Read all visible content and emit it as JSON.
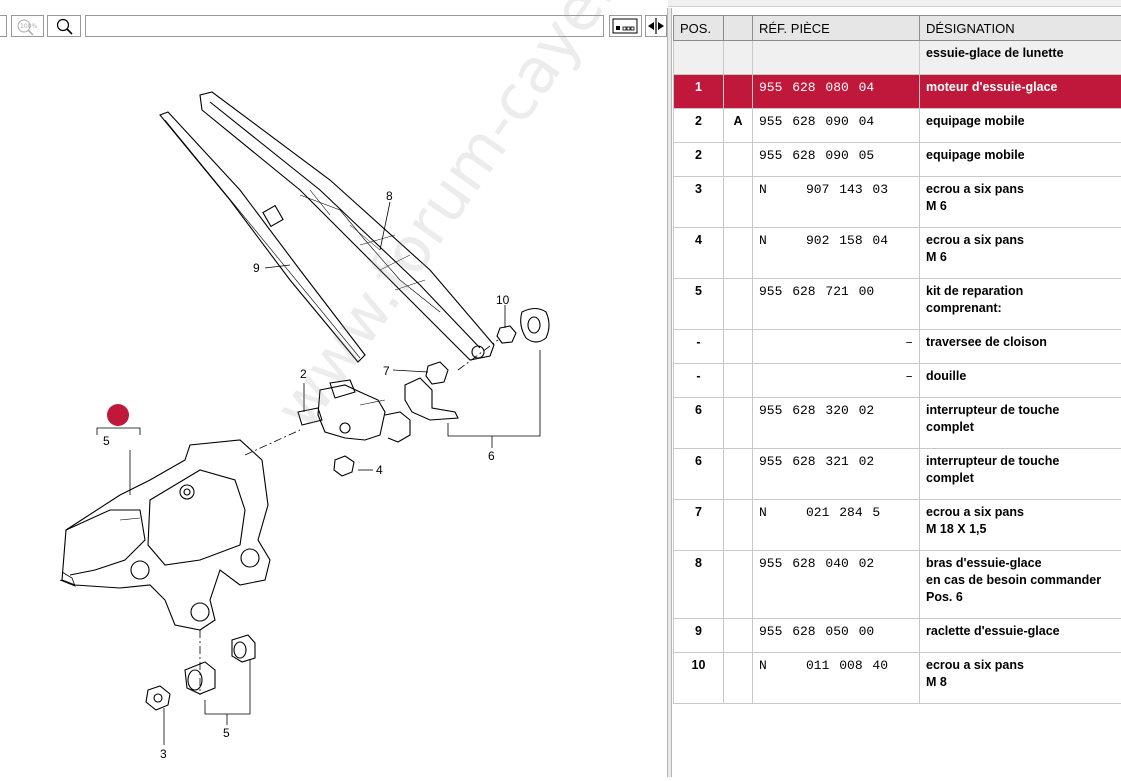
{
  "toolbar": {
    "zoom_label": "100%"
  },
  "table": {
    "headers": {
      "pos": "POS.",
      "ref": "RÉF. PIÈCE",
      "desc": "DÉSIGNATION"
    },
    "rows": [
      {
        "pos": "",
        "mark": "",
        "ref": "",
        "dash": "",
        "desc": "essuie-glace de lunette",
        "h": 34,
        "kind": "header"
      },
      {
        "pos": "1",
        "mark": "",
        "ref": "955 628 080 04",
        "dash": "",
        "desc": "moteur d'essuie-glace",
        "h": 34,
        "kind": "selected"
      },
      {
        "pos": "2",
        "mark": "A",
        "ref": "955 628 090 04",
        "dash": "",
        "desc": "equipage mobile",
        "h": 34,
        "kind": ""
      },
      {
        "pos": "2",
        "mark": "",
        "ref": "955 628 090 05",
        "dash": "",
        "desc": "equipage mobile",
        "h": 34,
        "kind": ""
      },
      {
        "pos": "3",
        "mark": "",
        "ref": "N    907 143 03",
        "dash": "",
        "desc": "ecrou a six pans\nM 6",
        "h": 51,
        "kind": ""
      },
      {
        "pos": "4",
        "mark": "",
        "ref": "N    902 158 04",
        "dash": "",
        "desc": "ecrou a six pans\nM 6",
        "h": 51,
        "kind": ""
      },
      {
        "pos": "5",
        "mark": "",
        "ref": "955 628 721 00",
        "dash": "",
        "desc": "kit de reparation\ncomprenant:",
        "h": 51,
        "kind": ""
      },
      {
        "pos": "-",
        "mark": "",
        "ref": "",
        "dash": "–",
        "desc": "traversee de cloison",
        "h": 34,
        "kind": ""
      },
      {
        "pos": "-",
        "mark": "",
        "ref": "",
        "dash": "–",
        "desc": "douille",
        "h": 34,
        "kind": ""
      },
      {
        "pos": "6",
        "mark": "",
        "ref": "955 628 320 02",
        "dash": "",
        "desc": "interrupteur de touche\ncomplet",
        "h": 51,
        "kind": ""
      },
      {
        "pos": "6",
        "mark": "",
        "ref": "955 628 321 02",
        "dash": "",
        "desc": "interrupteur de touche\ncomplet",
        "h": 51,
        "kind": ""
      },
      {
        "pos": "7",
        "mark": "",
        "ref": "N    021 284 5",
        "dash": "",
        "desc": "ecrou a six pans\nM 18 X 1,5",
        "h": 51,
        "kind": ""
      },
      {
        "pos": "8",
        "mark": "",
        "ref": "955 628 040 02",
        "dash": "",
        "desc": "bras d'essuie-glace\nen cas de besoin commander\nPos. 6",
        "h": 68,
        "kind": ""
      },
      {
        "pos": "9",
        "mark": "",
        "ref": "955 628 050 00",
        "dash": "",
        "desc": "raclette d'essuie-glace",
        "h": 34,
        "kind": ""
      },
      {
        "pos": "10",
        "mark": "",
        "ref": "N    011 008 40",
        "dash": "",
        "desc": "ecrou a six pans\nM 8",
        "h": 51,
        "kind": ""
      }
    ]
  },
  "diagram": {
    "callouts": [
      "1",
      "5",
      "2",
      "7",
      "10",
      "8",
      "9",
      "6",
      "4",
      "3",
      "5"
    ]
  },
  "watermark": "www.forum-cayenne.com",
  "colors": {
    "selected": "#c0183a",
    "accent": "#c0183a"
  }
}
